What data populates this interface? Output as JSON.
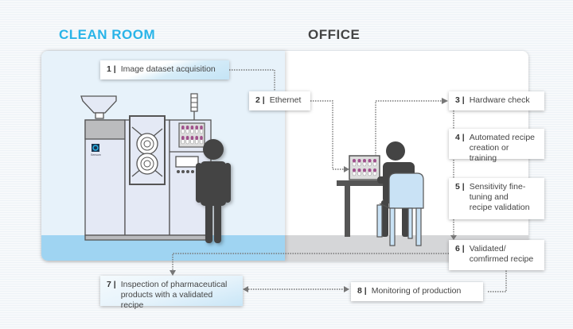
{
  "zones": {
    "clean_room": "CLEAN ROOM",
    "office": "OFFICE"
  },
  "steps": [
    {
      "num": "1 |",
      "text": "Image dataset acquisition"
    },
    {
      "num": "2 |",
      "text": "Ethernet"
    },
    {
      "num": "3 |",
      "text": "Hardware check"
    },
    {
      "num": "4 |",
      "text": "Automated recipe creation or training"
    },
    {
      "num": "5 |",
      "text": "Sensitivity fine-tuning and recipe validation"
    },
    {
      "num": "6 |",
      "text": "Validated/ comfirmed recipe"
    },
    {
      "num": "7 |",
      "text": "Inspection of pharmaceutical products with a validated recipe"
    },
    {
      "num": "8 |",
      "text": "Monitoring of production"
    }
  ],
  "machine": {
    "brand_label": "Sensum"
  },
  "colors": {
    "clean_room_accent": "#29b4e8",
    "clean_room_bg": "#e7f2fa",
    "clean_floor": "#9fd4f2",
    "office_floor": "#d5d6d8",
    "figure": "#444444",
    "capsule": "#a0528c"
  }
}
